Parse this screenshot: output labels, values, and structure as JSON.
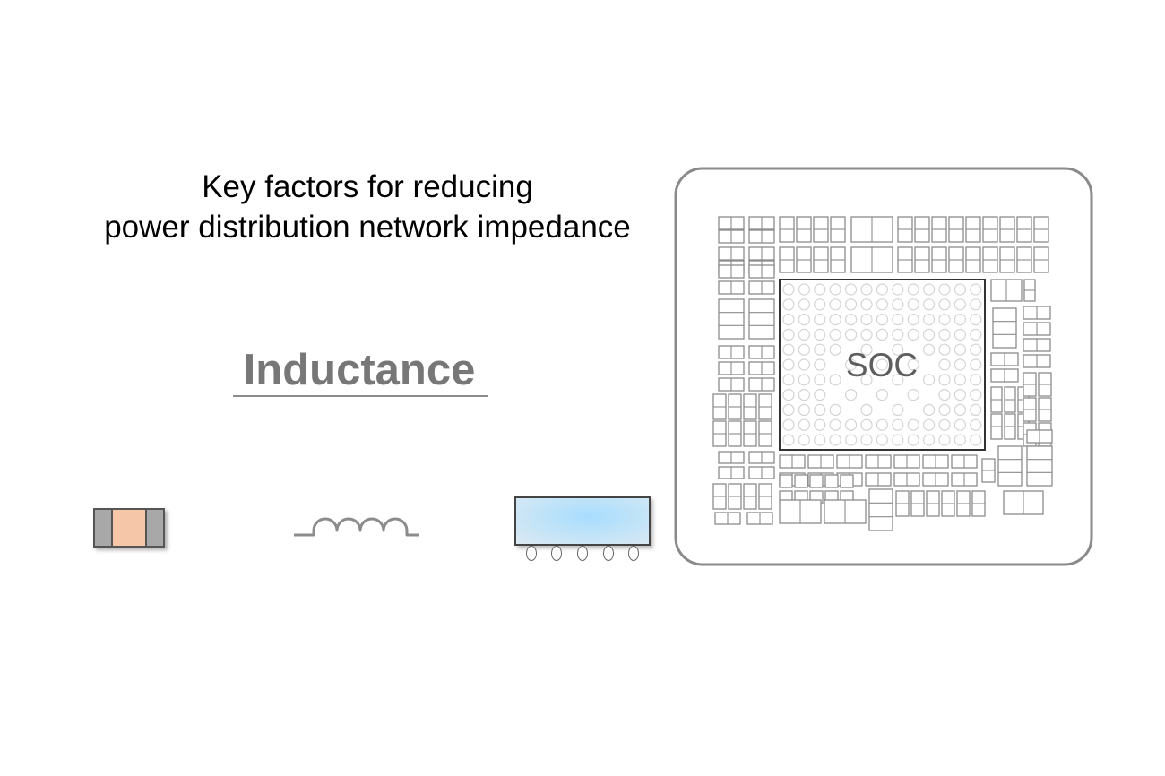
{
  "title": {
    "line1": "Key factors for reducing",
    "line2": "power distribution network impedance"
  },
  "factor": {
    "label": "Inductance"
  },
  "components": [
    {
      "name": "chip-capacitor",
      "icon": "capacitor-icon"
    },
    {
      "name": "inductor-coil",
      "icon": "inductor-coil-icon"
    },
    {
      "name": "ic-package",
      "icon": "bga-package-icon"
    }
  ],
  "board": {
    "chip_label": "SOC"
  },
  "colors": {
    "title_text": "#000000",
    "factor_text": "#777777",
    "capacitor_body": "#f5c6a8",
    "capacitor_terminal": "#a8a8a8",
    "package_fill": "#a8ddff",
    "board_outline": "#8a8a8a",
    "component_outline": "#8c8c8c"
  }
}
